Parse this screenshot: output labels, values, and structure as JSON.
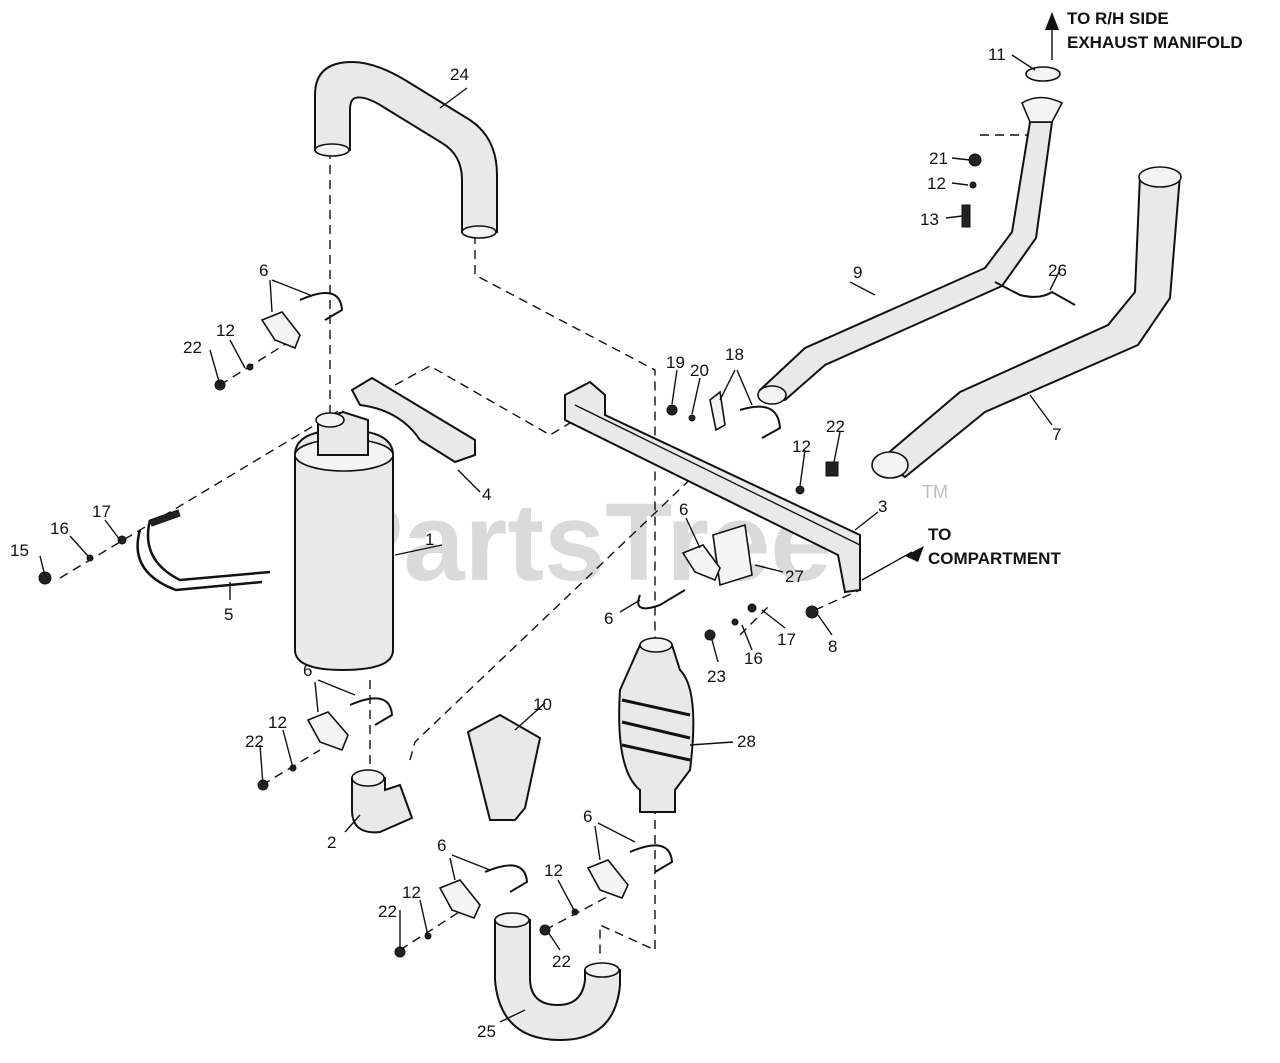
{
  "notes": {
    "manifold_line1": "TO R/H SIDE",
    "manifold_line2": "EXHAUST MANIFOLD",
    "compartment_line1": "TO",
    "compartment_line2": "COMPARTMENT"
  },
  "watermark": {
    "text": "PartsTree",
    "tm": "TM"
  },
  "callouts": {
    "c1": "1",
    "c2": "2",
    "c3": "3",
    "c4": "4",
    "c5": "5",
    "c6a": "6",
    "c6b": "6",
    "c6c": "6",
    "c6d": "6",
    "c6e": "6",
    "c6f": "6",
    "c7": "7",
    "c8": "8",
    "c9": "9",
    "c10": "10",
    "c11": "11",
    "c12a": "12",
    "c12b": "12",
    "c12c": "12",
    "c12d": "12",
    "c12e": "12",
    "c12f": "12",
    "c13": "13",
    "c15": "15",
    "c16a": "16",
    "c16b": "16",
    "c17a": "17",
    "c17b": "17",
    "c18": "18",
    "c19": "19",
    "c20": "20",
    "c21": "21",
    "c22a": "22",
    "c22b": "22",
    "c22c": "22",
    "c22d": "22",
    "c22e": "22",
    "c23": "23",
    "c24": "24",
    "c25": "25",
    "c26": "26",
    "c27": "27",
    "c28": "28"
  }
}
